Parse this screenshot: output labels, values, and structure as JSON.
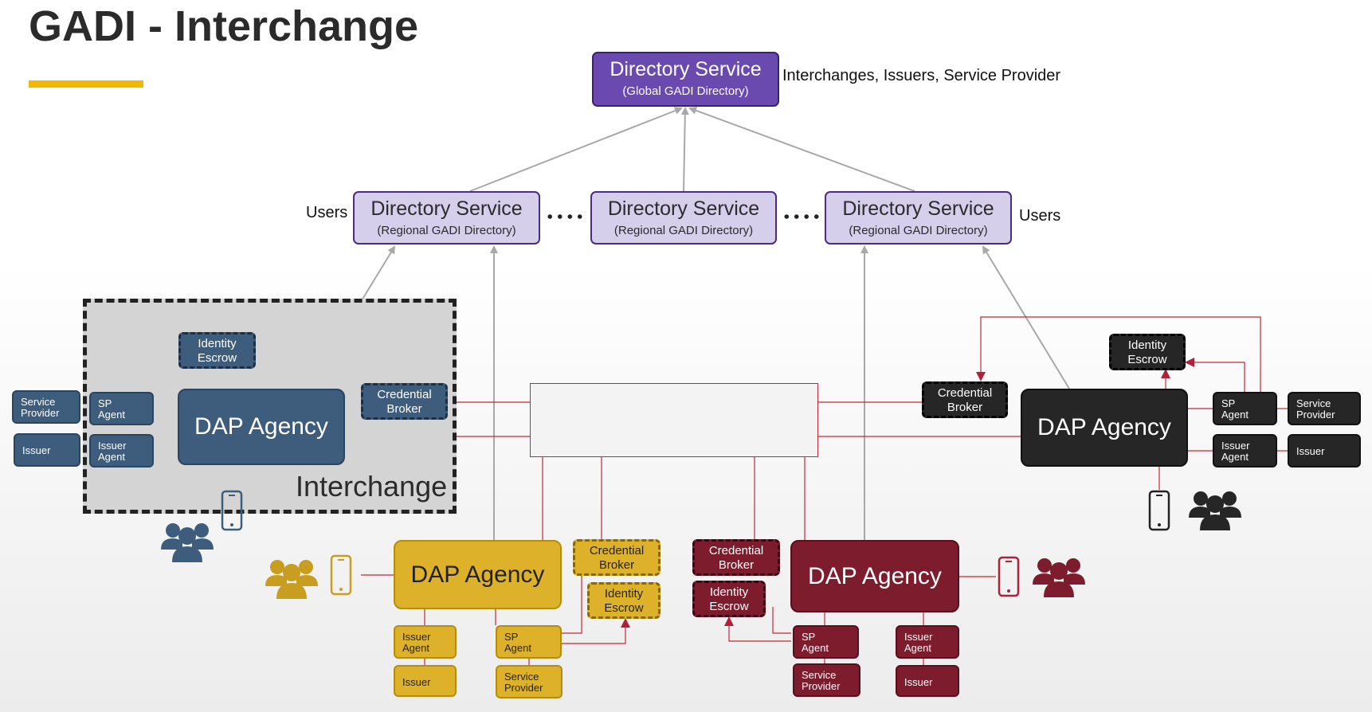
{
  "title": "GADI - Interchange",
  "colors": {
    "accent_bar": "#f2b800",
    "blue": "#3e5c7b",
    "black": "#262626",
    "gold": "#ddb22a",
    "maroon": "#7c1c2d",
    "directory_global": "#6a4aaf",
    "directory_regional": "#d6cfec",
    "link_red": "#c0283a",
    "link_gray": "#a8a8a8"
  },
  "global_directory": {
    "title": "Directory Service",
    "subtitle": "(Global GADI Directory)",
    "note": "Interchanges, Issuers, Service Provider"
  },
  "regional_directories": [
    {
      "title": "Directory Service",
      "subtitle": "(Regional GADI Directory)"
    },
    {
      "title": "Directory Service",
      "subtitle": "(Regional GADI Directory)"
    },
    {
      "title": "Directory Service",
      "subtitle": "(Regional GADI Directory)"
    }
  ],
  "users_left": "Users",
  "users_right": "Users",
  "blue_group": {
    "interchange_label": "Interchange",
    "agency": "DAP Agency",
    "identity_escrow": "Identity\nEscrow",
    "credential_broker": "Credential\nBroker",
    "service_provider": "Service\nProvider",
    "sp_agent": "SP\nAgent",
    "issuer": "Issuer",
    "issuer_agent": "Issuer\nAgent"
  },
  "black_group": {
    "agency": "DAP Agency",
    "identity_escrow": "Identity\nEscrow",
    "credential_broker": "Credential\nBroker",
    "sp_agent": "SP\nAgent",
    "service_provider": "Service\nProvider",
    "issuer_agent": "Issuer\nAgent",
    "issuer": "Issuer"
  },
  "gold_group": {
    "agency": "DAP Agency",
    "credential_broker": "Credential\nBroker",
    "identity_escrow": "Identity\nEscrow",
    "issuer_agent": "Issuer\nAgent",
    "issuer": "Issuer",
    "sp_agent": "SP\nAgent",
    "service_provider": "Service\nProvider"
  },
  "maroon_group": {
    "agency": "DAP Agency",
    "credential_broker": "Credential\nBroker",
    "identity_escrow": "Identity\nEscrow",
    "sp_agent": "SP\nAgent",
    "service_provider": "Service\nProvider",
    "issuer_agent": "Issuer\nAgent",
    "issuer": "Issuer"
  },
  "icons": [
    "users-group-icon",
    "mobile-phone-icon"
  ]
}
